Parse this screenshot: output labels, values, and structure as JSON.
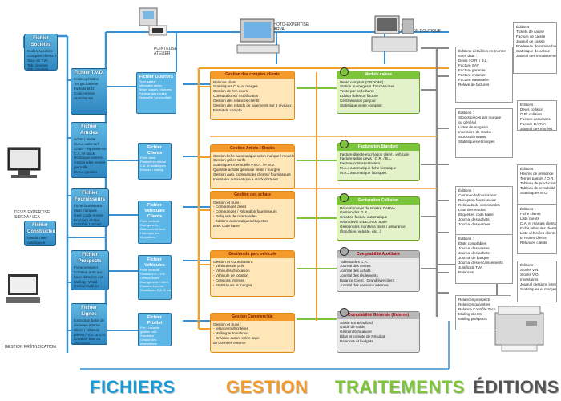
{
  "fichiers": [
    {
      "title": "Fichier Sociétés",
      "lines": [
        "Codes sociétés",
        "Comptes clients TVA",
        "Taux de TVA",
        "Tab. devises",
        "Tab. remises",
        "Tab. paramétrages"
      ]
    },
    {
      "title": "Fichier T.V.D.",
      "lines": [
        "Code opération",
        "Temps barème",
        "Forfaits M.O.",
        "Code remise",
        "Statistiques"
      ]
    },
    {
      "title": "Fichier Articles",
      "lines": [
        "Achat / Vente",
        "M.A.J. auto tarif",
        "Chain - équivalence",
        "C.A. et stock",
        "Historique ventes",
        "Gestion des ventes",
        "par taille",
        "M.A.J. gestion"
      ]
    },
    {
      "title": "Fichier Fournisseurs",
      "lines": [
        "Fiche fournisseur",
        "Multi marques",
        "Gest. code remise",
        "En cours et stat.",
        "Contrôle / achats"
      ]
    },
    {
      "title": "Fichier Constructeurs",
      "lines": [
        "Gestion des",
        "catalogues",
        "constructeurs et",
        "des codes remises"
      ]
    },
    {
      "title": "Fichier Prospects",
      "lines": [
        "Fiche prospect",
        "Création auto sur",
        "base données ext.",
        "Mailing / Word",
        "Gestion actions",
        "Gestion relances"
      ]
    },
    {
      "title": "Fichier Lignes",
      "lines": [
        "Extraction base de",
        "données interne",
        "Client / véhicule",
        "pièces / V.O. & V.N.",
        "Création liste ou",
        "étiquettes",
        "Export vers Word"
      ]
    }
  ],
  "subfichiers": [
    {
      "title": "Fichier Ouvriers",
      "lines": [
        "Fiche salarié",
        "Affectation atelier",
        "Temps passés / factures",
        "Pointage des heures",
        "Rentabilité / productivité"
      ]
    },
    {
      "title": "Fichier Clients",
      "lines": [
        "Fiche client",
        "Paramètres remise",
        "C.A. et statistiques",
        "Relance / mailing"
      ]
    },
    {
      "title": "Fichier Véhicules Clients",
      "lines": [
        "Fiche véhicule",
        "Date garantie",
        "Date contrôle tech.",
        "Historique des",
        "réparations"
      ]
    },
    {
      "title": "Fichier Véhicules",
      "lines": [
        "Fiche véhicule",
        "Gestion V.O. / V.N.",
        "Gestion fiches",
        "Date garantie / client",
        "Dossiers internes",
        "Statistiques C.A. & marge"
      ]
    },
    {
      "title": "Fichier Prixlist",
      "lines": [
        "Prix / Location",
        "gestion coût",
        "Animation",
        "Gestion des",
        "réservations"
      ]
    }
  ],
  "gestion": [
    {
      "title": "Gestion des comptes clients",
      "lines": [
        "Balance client",
        "Statistiques C.A. et marges",
        "Gestion de l'en cours",
        "Consultations / modification",
        "Gestion des relances clients",
        "Gestion des retards de paiements sur 5 niveaux",
        "Extrait de compte"
      ]
    },
    {
      "title": "Gestion Article / Stocks",
      "lines": [
        "Gestion fiche automatique selon marque / modèle",
        "Gestion grilles tarifs",
        "Statistiques mensuelle P.M.A. / P.M.V.",
        "Quantité achats générale vente / marges",
        "Gestion auto. commandes clients / fournisseurs",
        "Inventaire automatique + stock dormant"
      ]
    },
    {
      "title": "Gestion des achats",
      "lines": [
        "Gestion et Suivi :",
        "- Commandes client",
        "- Commandes / Réception fournisseurs",
        "- Reliquats de commandes",
        "- Éditions automatiques étiquettes",
        "  avec code barre"
      ]
    },
    {
      "title": "Gestion du parc véhicule",
      "lines": [
        "Gestion et Consultation :",
        "- Véhicules de prêt",
        "- Véhicules d'occasion",
        "- Véhicule de location",
        "- Cessions internes",
        "- Statistiques et marges"
      ]
    },
    {
      "title": "Gestion Commerciale",
      "lines": [
        "Gestion et Suivi :",
        "- relance multicritères",
        "- Mailing automatique",
        "- Création auton. selon base",
        "  de données externe"
      ]
    }
  ],
  "traitements": [
    {
      "title": "Module caisse",
      "color": "#7cc43a",
      "lines": [
        "Vente comptoir (OPTION*)",
        "Station ou magasin d'accessoires",
        "Vente par code barre",
        "Édition ticket ou facture",
        "Centralisation par jour",
        "Statistique vente comptoir"
      ]
    },
    {
      "title": "Facturation Standard",
      "color": "#7cc43a",
      "lines": [
        "Facture directe et création client / véhicule",
        "Facture selon devis / O.R. / B.L.",
        "Facture contrat entretien",
        "M.A.J automatique fiche historique",
        "M.A.J automatique fabriques"
      ]
    },
    {
      "title": "Facturation Collision",
      "color": "#7cc43a",
      "lines": [
        "Réception avis de sinistre DARVA",
        "Gestion des O.R.",
        "Création facture automatique",
        "selon devis SIDEXA ou autre",
        "Gestion des montants client / assurance",
        "(franchise, vétusté, etc...)"
      ]
    },
    {
      "title": "Comptabilité Auxiliaire",
      "color": "#a7a7a7",
      "lines": [
        "Tableau des C.A.",
        "Journal des ventes",
        "Journal des achats",
        "Journal des règlements",
        "Balance Client / Grand livre client",
        "Journal des cessions internes"
      ]
    },
    {
      "title": "Comptabilité Générale (Externe)",
      "color": "#a7a7a7",
      "lines": [
        "Saisie sur Brouillard",
        "Guide de saisie",
        "Gestion Échéancier",
        "Bilan et compte de Résultat",
        "Balances et budgets"
      ]
    }
  ],
  "editions": [
    {
      "lines": [
        "Éditions :",
        "Tickets de caisse",
        "Facture de caisse",
        "Journal de caisse",
        "Bordereau de remise banque",
        "Statistique de caisse",
        "Journal des encaissements"
      ]
    },
    {
      "lines": [
        "Éditions détaillées en montre",
        "et en date :",
        "Devis / O.R. / B.L.",
        "Facture SAV",
        "Facture garantie",
        "Facture entretien",
        "Facture mensuelle",
        "Relevé de factures"
      ]
    },
    {
      "lines": [
        "Éditions :",
        "Devis collision",
        "O.R. collision",
        "Facture assurance",
        "Facture DARVA",
        "Journal des entrées"
      ]
    },
    {
      "lines": [
        "Éditions :",
        "Stocks pièces par marque",
        "ou général",
        "Listes de magasin",
        "Inventaire de stocks",
        "Stocks dormants",
        "Statistiques et marges"
      ]
    },
    {
      "lines": [
        "Éditions :",
        "Heures de présence",
        "Temps passés / O.R.",
        "Tableau de productivité",
        "Tableau de rentabilité",
        "Statistiques M.O."
      ]
    },
    {
      "lines": [
        "Éditions :",
        "Commande fournisseur",
        "Réception fournisseurs",
        "Reliquats de commandes",
        "Liste des rendus",
        "Étiquettes code barre",
        "Journal des achats",
        "Journal des entrées"
      ]
    },
    {
      "lines": [
        "Éditions :",
        "Fiche clients",
        "Lists clients",
        "C.A. et marges clients",
        "Fiche véhicules clients",
        "Liste véhicules clients",
        "En-cours clients",
        "Relances clients"
      ]
    },
    {
      "lines": [
        "Éditions :",
        "États comptables",
        "Journal des ventes",
        "Journal des achats",
        "Journal de banque",
        "Journal des encaissements",
        "Justificatif TVA",
        "Balances"
      ]
    },
    {
      "lines": [
        "Éditions :",
        "Stocks V.N.",
        "Stocks V.O.",
        "Inventaires",
        "Journal cessions internes",
        "Statistiques et marges"
      ]
    },
    {
      "lines": [
        "Relances prospects",
        "Relances garanties",
        "Relance Contrôle Tech.",
        "Mailing clients",
        "Mailing prospects"
      ]
    }
  ],
  "device_labels": {
    "pointeuse": "POINTEUSE\nATELIER",
    "photo": "PHOTO-EXPERTISE\nDARVA",
    "tpv": "T.P.V.\nGESTION BOUTIQUE",
    "devis": "DEVIS EXPERTISE\nSIDEXA / LEA",
    "gestion_pret": "GESTION PRÊT/LOCATION"
  },
  "categories": {
    "fichiers": "FICHIERS",
    "gestion": "GESTION",
    "traitements": "TRAITEMENTS",
    "editions": "ÉDITIONS"
  },
  "colors": {
    "fichiers": "#1a9bd7",
    "gestion": "#f39a2a",
    "traitements": "#7cc43a",
    "editions": "#555555",
    "wire_blue": "#3a8fd0",
    "wire_orange": "#f3a02a",
    "wire_green": "#7cc43a",
    "wire_grey": "#8a8a8a"
  }
}
